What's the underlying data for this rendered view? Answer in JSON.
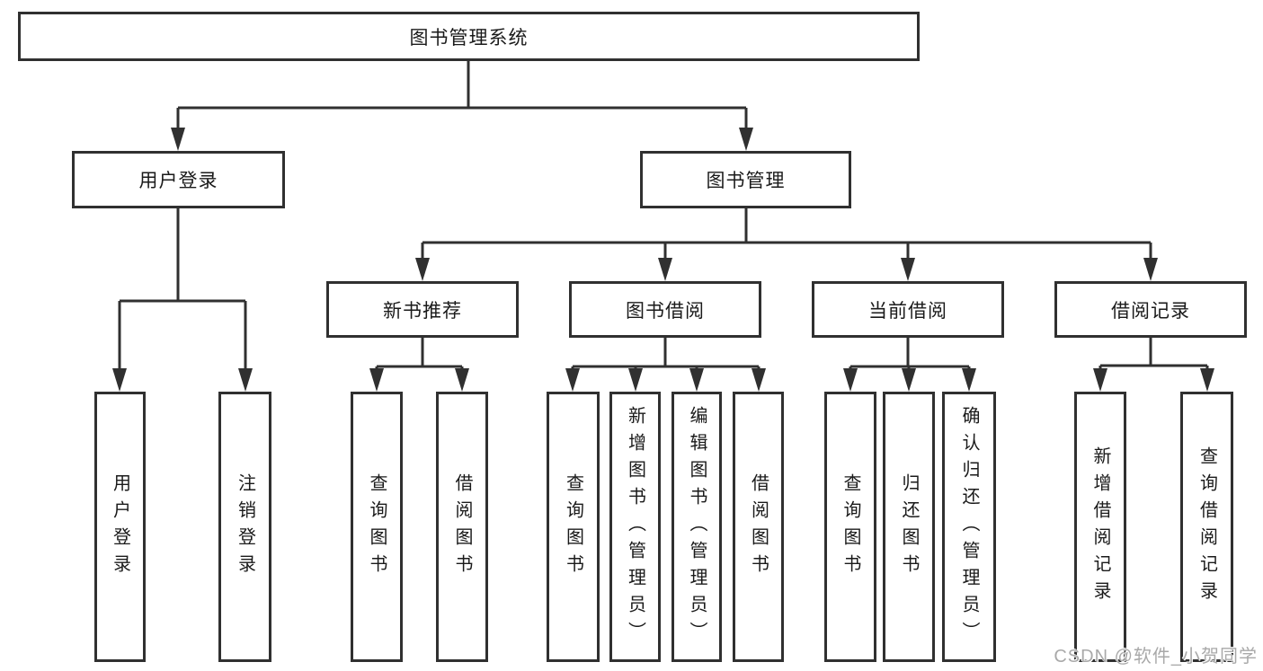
{
  "title": "图书管理系统",
  "nodes": {
    "root": "图书管理系统",
    "userLogin": "用户登录",
    "bookManagement": "图书管理",
    "newBookRecommend": "新书推荐",
    "bookBorrow": "图书借阅",
    "currentBorrow": "当前借阅",
    "borrowRecord": "借阅记录",
    "leaf_userLogin": "用户登录",
    "leaf_logout": "注销登录",
    "leaf_queryBooks_rec": "查询图书",
    "leaf_borrowBooks_rec": "借阅图书",
    "leaf_queryBooks_borrow": "查询图书",
    "leaf_addBooks": "新增图书（管理员）",
    "leaf_editBooks": "编辑图书（管理员）",
    "leaf_borrowBooks_borrow": "借阅图书",
    "leaf_queryBooks_current": "查询图书",
    "leaf_returnBooks": "归还图书",
    "leaf_confirmReturn": "确认归还（管理员）",
    "leaf_addBorrowRecord": "新增借阅记录",
    "leaf_queryBorrowRecord": "查询借阅记录"
  },
  "watermark": "CSDN @软件_小贺同学",
  "colors": {
    "line": "#303030",
    "text": "#1a1a1a",
    "watermark": "#a9a9a9",
    "background": "#ffffff"
  }
}
